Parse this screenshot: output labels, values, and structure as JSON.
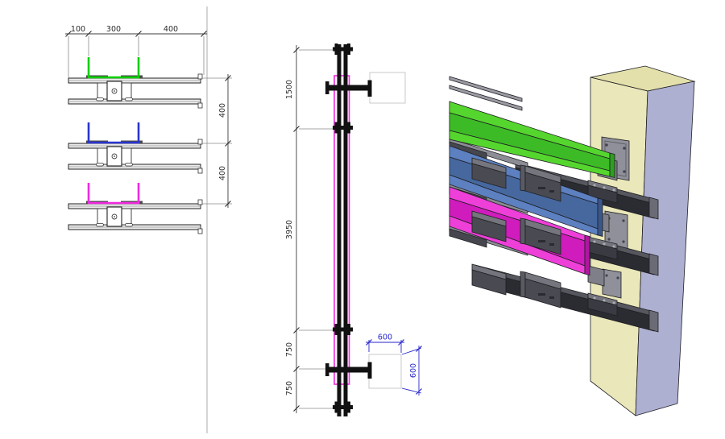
{
  "plan": {
    "dims_top": [
      "100",
      "300",
      "400"
    ],
    "dims_right": [
      "400",
      "400"
    ]
  },
  "elevation": {
    "dims_left": [
      "1500",
      "3950",
      "750",
      "750"
    ],
    "anchor_dims": [
      "600",
      "600"
    ]
  },
  "colors": {
    "plan_green": "#0ccf00",
    "plan_blue": "#2a35cf",
    "plan_magenta": "#f02ae0",
    "dim_blue": "#2626cc",
    "column_front": "#eae7ba",
    "column_top": "#e3e0ab",
    "column_side": "#aeb0d2",
    "green_top": "#55d62e",
    "green_web": "#3dbb27",
    "green_end": "#2f9e20",
    "blue_top": "#5c80c0",
    "blue_web": "#46689f",
    "blue_end": "#3a568a",
    "magenta_top": "#ee3fd9",
    "magenta_web": "#d01cbc",
    "magenta_end": "#b215a0",
    "steel_light": "#9a9ba3",
    "steel_dark": "#3a3b42"
  }
}
